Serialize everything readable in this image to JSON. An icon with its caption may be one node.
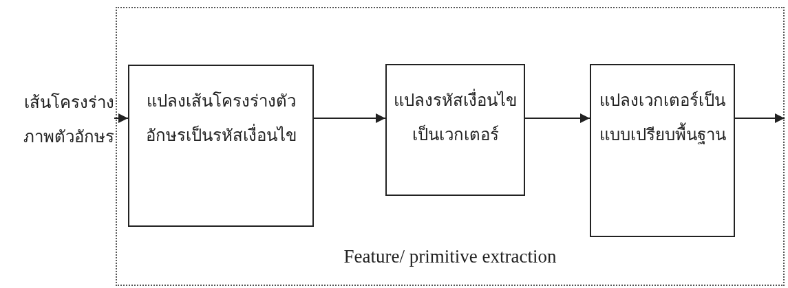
{
  "diagram": {
    "nodes": [
      {
        "text": [
          "Feature/ primitive extraction"
        ]
      },
      {
        "text": [
          "เส้นโครงร่างภาพตัวอักษร"
        ]
      },
      {
        "text": [
          "แปลงเส้นโครงร่างตัวอักษรเป็นรหัสเงื่อนไข"
        ],
        "in": 0
      },
      {
        "text": [
          "แปลงรหัสเงื่อนไขเป็นเวกเตอร์"
        ],
        "in": 0
      },
      {
        "text": [
          "แปลงเวกเตอร์เป็นแบบเปรียบพื้นฐาน"
        ],
        "in": 0
      }
    ],
    "edges": [
      {
        "from": 1,
        "to": 2,
        "arrow": "to"
      },
      {
        "from": 2,
        "to": 3,
        "arrow": "to"
      },
      {
        "from": 3,
        "to": 4,
        "arrow": "to"
      },
      {
        "from": 4,
        "to": null,
        "arrow": "to"
      }
    ]
  }
}
